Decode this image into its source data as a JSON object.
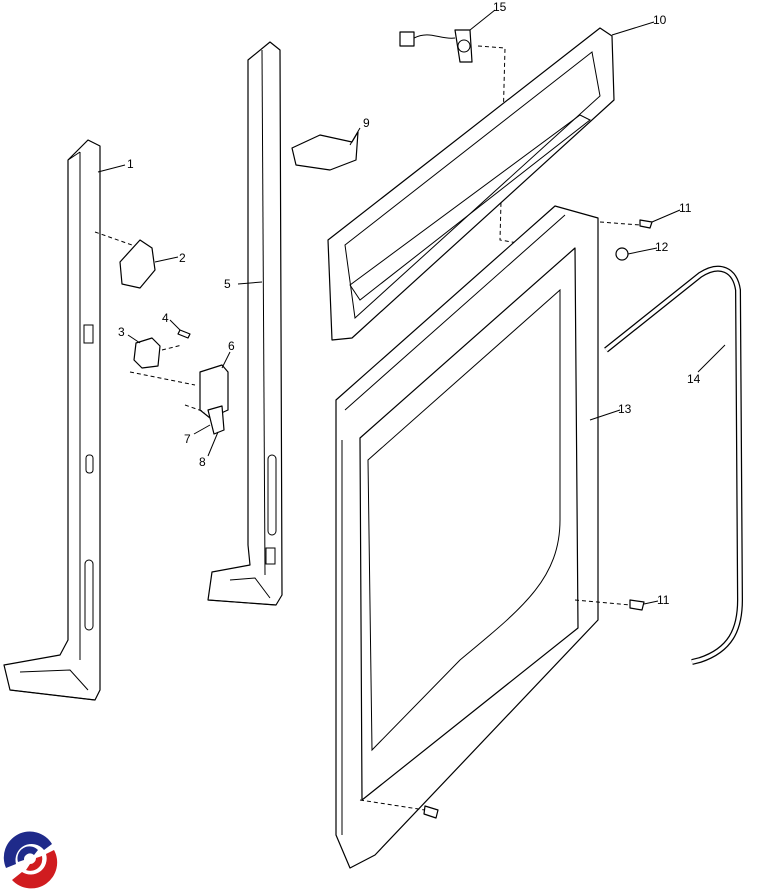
{
  "diagram": {
    "callouts": [
      "1",
      "2",
      "3",
      "4",
      "5",
      "6",
      "7",
      "8",
      "9",
      "10",
      "11",
      "12",
      "13",
      "14",
      "15",
      "11"
    ],
    "logo": {
      "colors": {
        "blue": "#1f2a8a",
        "red": "#d01c1f"
      }
    }
  }
}
